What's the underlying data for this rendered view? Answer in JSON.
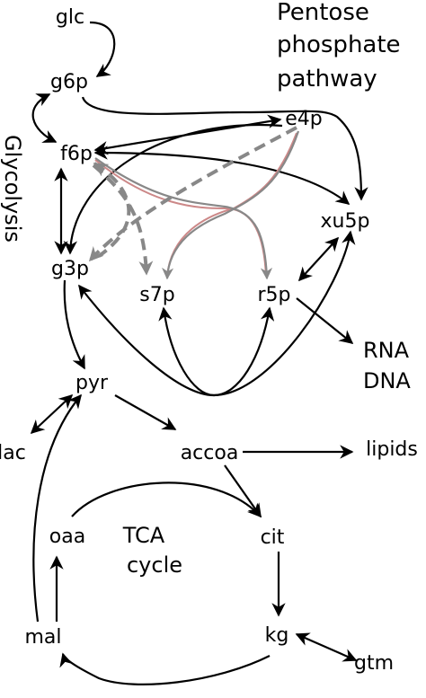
{
  "nodes": {
    "glc": "glc",
    "g6p": "g6p",
    "f6p": "f6p",
    "g3p": "g3p",
    "e4p": "e4p",
    "xu5p": "xu5p",
    "s7p": "s7p",
    "r5p": "r5p",
    "pyr": "pyr",
    "lac": "lac",
    "accoa": "accoa",
    "lipids": "lipids",
    "cit": "cit",
    "oaa": "oaa",
    "kg": "kg",
    "mal": "mal",
    "gtm": "gtm"
  },
  "labels": {
    "ppp_line1": "Pentose",
    "ppp_line2": "phosphate",
    "ppp_line3": "pathway",
    "glycolysis": "Glycolysis",
    "tca_line1": "TCA",
    "tca_line2": "cycle",
    "rna": "RNA",
    "dna": "DNA"
  },
  "colors": {
    "edge": "#000000",
    "gray_edge": "#888888",
    "red_edge": "#cc8888"
  }
}
